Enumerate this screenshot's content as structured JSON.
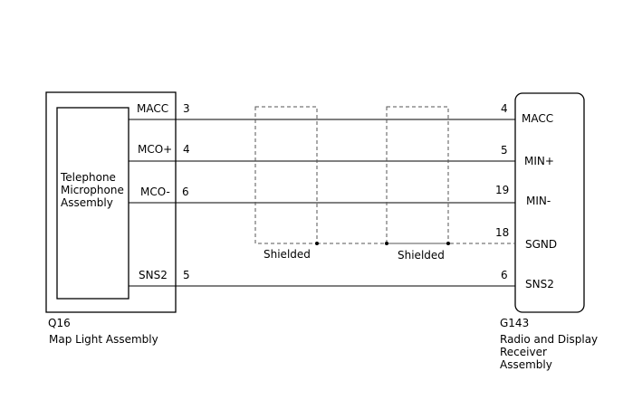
{
  "left_connector": {
    "code": "Q16",
    "name": "Map Light Assembly",
    "inner_component": [
      "Telephone",
      "Microphone",
      "Assembly"
    ],
    "pins": [
      {
        "label": "MACC",
        "number": "3"
      },
      {
        "label": "MCO+",
        "number": "4"
      },
      {
        "label": "MCO-",
        "number": "6"
      },
      {
        "label": "SNS2",
        "number": "5"
      }
    ]
  },
  "right_connector": {
    "code": "G143",
    "name": [
      "Radio and Display",
      "Receiver",
      "Assembly"
    ],
    "pins": [
      {
        "label": "MACC",
        "number": "4"
      },
      {
        "label": "MIN+",
        "number": "5"
      },
      {
        "label": "MIN-",
        "number": "19"
      },
      {
        "label": "SGND",
        "number": "18"
      },
      {
        "label": "SNS2",
        "number": "6"
      }
    ]
  },
  "shield_label": "Shielded"
}
